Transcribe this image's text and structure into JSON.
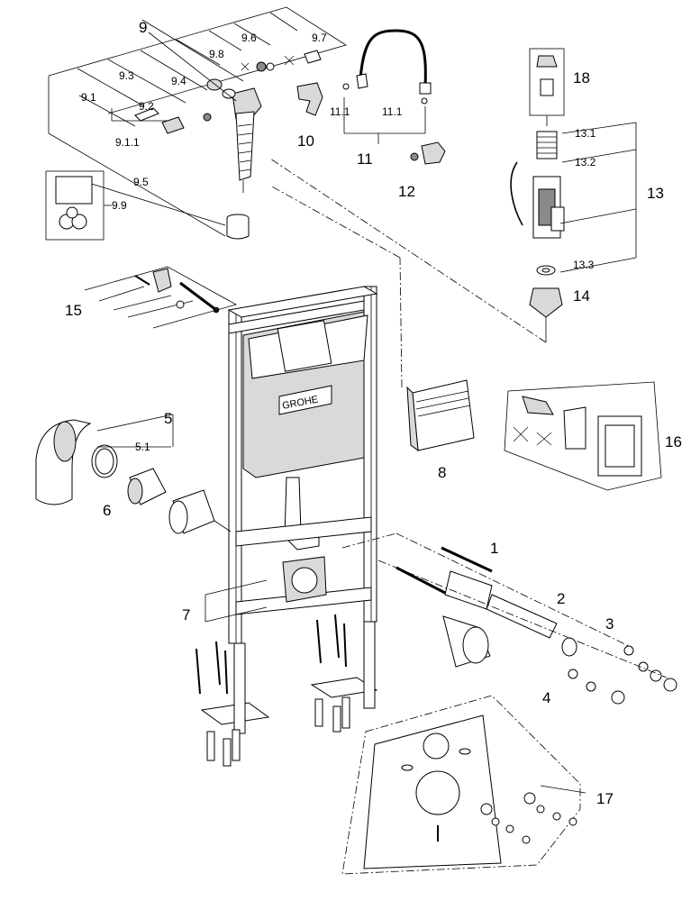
{
  "labels": {
    "l9": "9",
    "l9_8": "9.8",
    "l9_6": "9.6",
    "l9_7": "9.7",
    "l9_3": "9.3",
    "l9_4": "9.4",
    "l9_1": "9.1",
    "l9_2": "9.2",
    "l9_1_1": "9.1.1",
    "l9_5": "9.5",
    "l9_9": "9.9",
    "l10": "10",
    "l11": "11",
    "l11_1a": "11.1",
    "l11_1b": "11.1",
    "l12": "12",
    "l13": "13",
    "l13_1": "13.1",
    "l13_2": "13.2",
    "l13_3": "13.3",
    "l14": "14",
    "l15": "15",
    "l16": "16",
    "l17": "17",
    "l18": "18",
    "l5": "5",
    "l5_1": "5.1",
    "l6": "6",
    "l7": "7",
    "l8": "8",
    "l1": "1",
    "l2": "2",
    "l3": "3",
    "l4": "4"
  },
  "brand_logo_text": "GROHE"
}
